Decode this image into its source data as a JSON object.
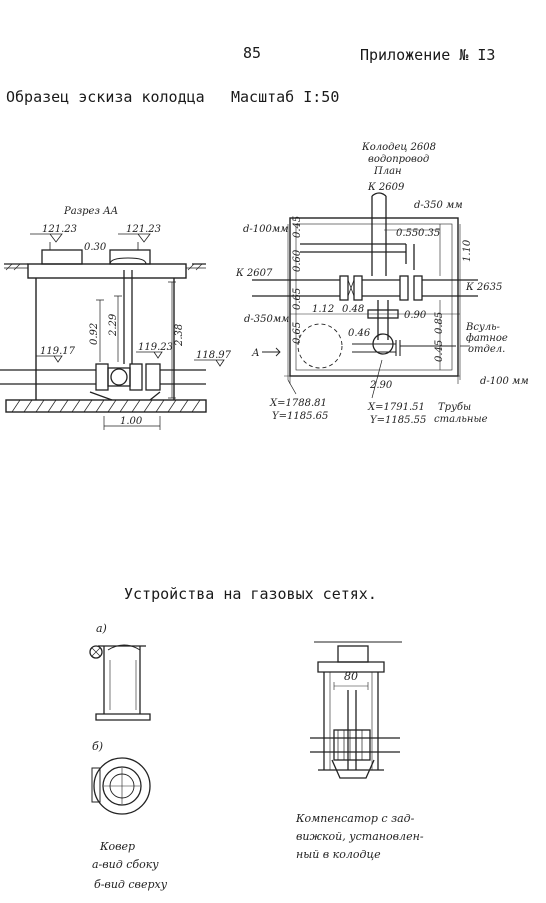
{
  "page_number": "85",
  "appendix": "Приложение № I3",
  "sketch_title": "Образец эскиза колодца",
  "scale_label": "Масштаб I:50",
  "section": {
    "title": "Разрез АА",
    "levels": [
      "121.23",
      "121.23",
      "119.17",
      "119.23",
      "118.97"
    ],
    "dims": [
      "0.30",
      "0.92",
      "2.29",
      "2.38",
      "1.00"
    ]
  },
  "plan": {
    "header": [
      "Колодец 2608",
      "водопровод",
      "План"
    ],
    "k_top": "К 2609",
    "d350_top": "d-350 мм",
    "d100_top": "d-100мм",
    "k_left": "К 2607",
    "k_right": "К 2635",
    "d350_left": "d-350мм",
    "d100_right": "d-100 мм",
    "dims": [
      "0.55",
      "0.35",
      "0.45",
      "0.60",
      "1.10",
      "0.65",
      "1.12",
      "0.48",
      "0.90",
      "0.85",
      "0.45",
      "0.65",
      "0.46",
      "2.90"
    ],
    "note_lines": [
      "Всуль-",
      "фатное",
      "отдел."
    ],
    "arrow_a": "А",
    "coord_left": [
      "X=1788.81",
      "Y=1185.65"
    ],
    "coord_right": [
      "X=1791.51",
      "Y=1185.55"
    ],
    "pipes_note": [
      "Трубы",
      "стальные"
    ]
  },
  "gas_title": "Устройства на газовых сетях.",
  "fig_a": "а)",
  "fig_b": "б)",
  "kover_caption": [
    "Ковер",
    "а-вид сбоку",
    "б-вид сверху"
  ],
  "comp_dim": "80",
  "comp_caption": [
    "Компенсатор с зад-",
    "вижкой, установлен-",
    "ный в колодце"
  ]
}
